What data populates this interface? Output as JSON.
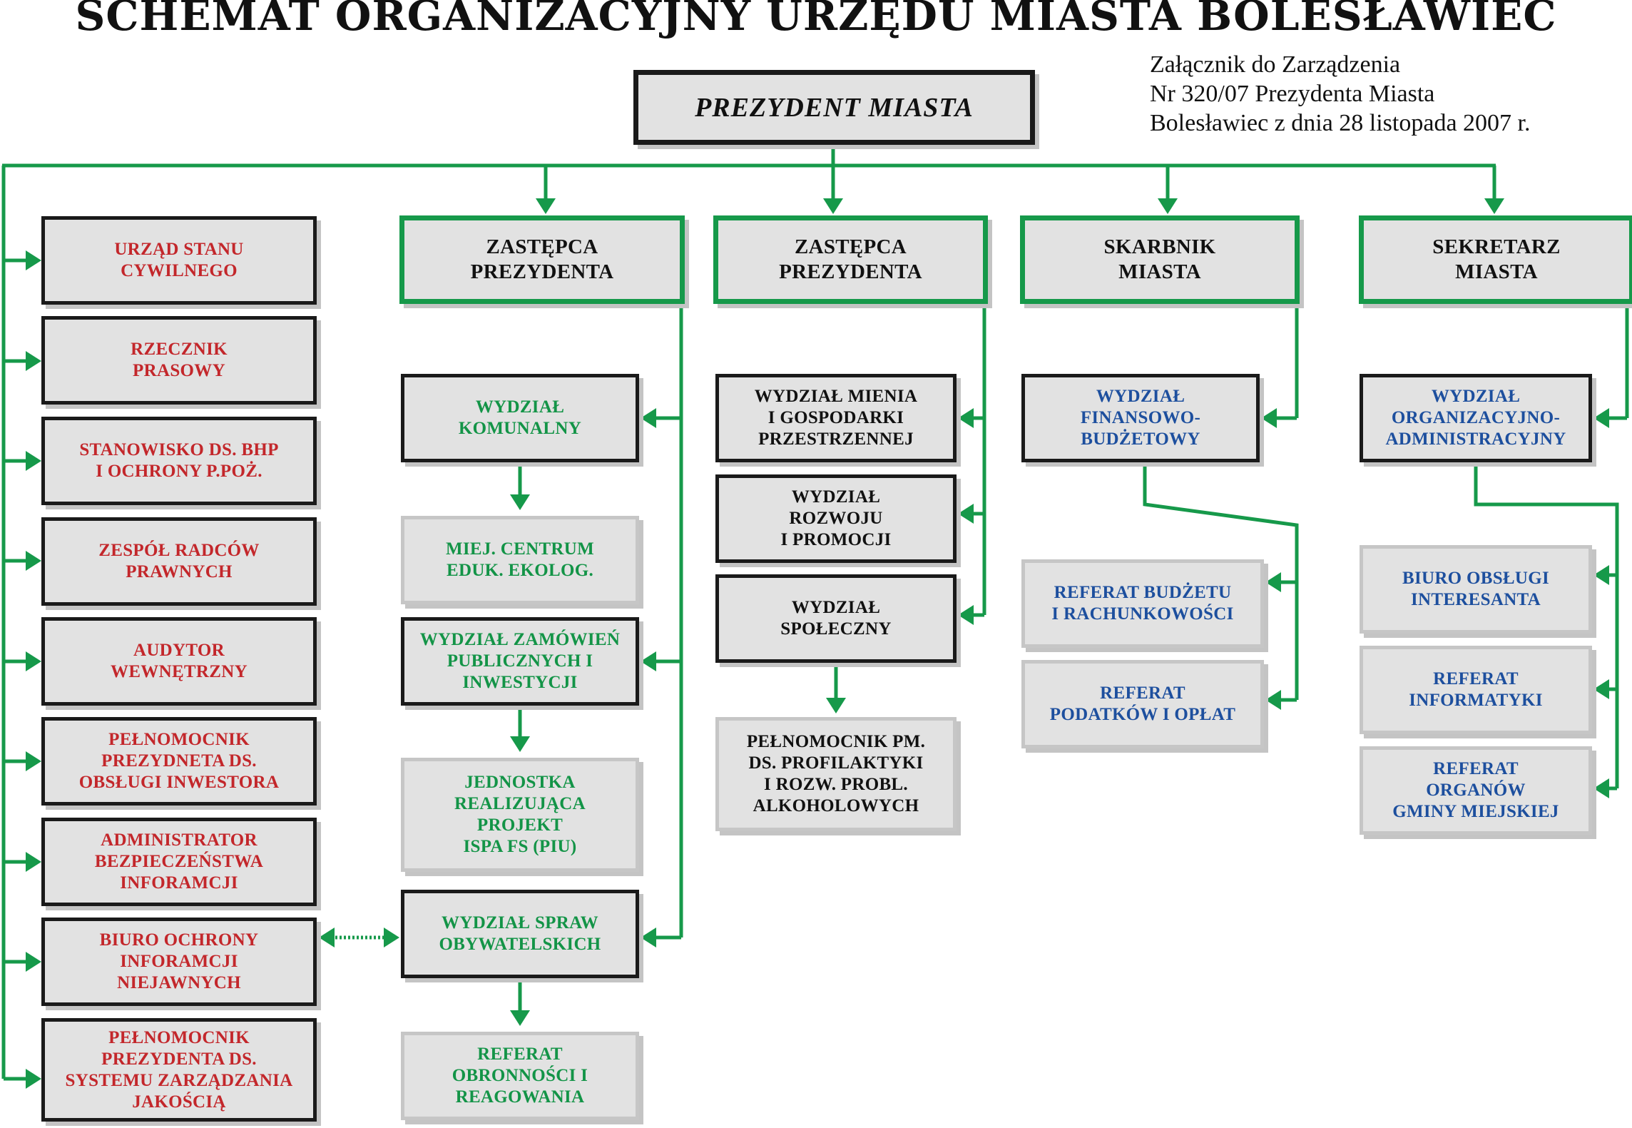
{
  "title": "SCHEMAT ORGANIZACYJNY  URZĘDU MIASTA BOLESŁAWIEC",
  "annex": [
    "Załącznik do Zarządzenia",
    "Nr 320/07 Prezydenta Miasta",
    "Bolesławiec z dnia 28 listopada 2007 r."
  ],
  "president": "PREZYDENT MIASTA",
  "heads": [
    {
      "lines": [
        "ZASTĘPCA",
        "PREZYDENTA"
      ]
    },
    {
      "lines": [
        "ZASTĘPCA",
        "PREZYDENTA"
      ]
    },
    {
      "lines": [
        "SKARBNIK",
        "MIASTA"
      ]
    },
    {
      "lines": [
        "SEKRETARZ",
        "MIASTA"
      ]
    }
  ],
  "left_units": [
    {
      "lines": [
        "URZĄD STANU",
        "CYWILNEGO"
      ]
    },
    {
      "lines": [
        "RZECZNIK",
        "PRASOWY"
      ]
    },
    {
      "lines": [
        "STANOWISKO DS. BHP",
        "I OCHRONY P.POŻ."
      ]
    },
    {
      "lines": [
        "ZESPÓŁ RADCÓW",
        "PRAWNYCH"
      ]
    },
    {
      "lines": [
        "AUDYTOR",
        "WEWNĘTRZNY"
      ]
    },
    {
      "lines": [
        "PEŁNOMOCNIK",
        "PREZYDNETA DS.",
        "OBSŁUGI INWESTORA"
      ]
    },
    {
      "lines": [
        "ADMINISTRATOR",
        "BEZPIECZEŃSTWA",
        "INFORAMCJI"
      ]
    },
    {
      "lines": [
        "BIURO OCHRONY",
        "INFORAMCJI",
        "NIEJAWNYCH"
      ]
    },
    {
      "lines": [
        "PEŁNOMOCNIK",
        "PREZYDENTA DS.",
        "SYSTEMU ZARZĄDZANIA",
        "JAKOŚCIĄ"
      ]
    }
  ],
  "col1_units": [
    {
      "lines": [
        "WYDZIAŁ",
        "KOMUNALNY"
      ]
    },
    {
      "lines": [
        "MIEJ. CENTRUM",
        "EDUK. EKOLOG."
      ]
    },
    {
      "lines": [
        "WYDZIAŁ ZAMÓWIEŃ",
        "PUBLICZNYCH I",
        "INWESTYCJI"
      ]
    },
    {
      "lines": [
        "JEDNOSTKA",
        "REALIZUJĄCA",
        "PROJEKT",
        "ISPA FS (PIU)"
      ]
    },
    {
      "lines": [
        "WYDZIAŁ SPRAW",
        "OBYWATELSKICH"
      ]
    },
    {
      "lines": [
        "REFERAT",
        "OBRONNOŚCI I",
        "REAGOWANIA"
      ]
    }
  ],
  "col2_units": [
    {
      "lines": [
        "WYDZIAŁ MIENIA",
        "I GOSPODARKI",
        "PRZESTRZENNEJ"
      ]
    },
    {
      "lines": [
        "WYDZIAŁ",
        "ROZWOJU",
        "I PROMOCJI"
      ]
    },
    {
      "lines": [
        "WYDZIAŁ",
        "SPOŁECZNY"
      ]
    },
    {
      "lines": [
        "PEŁNOMOCNIK PM.",
        "DS. PROFILAKTYKI",
        "I ROZW. PROBL.",
        "ALKOHOLOWYCH"
      ]
    }
  ],
  "col3_units": [
    {
      "lines": [
        "WYDZIAŁ",
        "FINANSOWO-",
        "BUDŻETOWY"
      ]
    },
    {
      "lines": [
        "REFERAT BUDŻETU",
        "I RACHUNKOWOŚCI"
      ]
    },
    {
      "lines": [
        "REFERAT",
        "PODATKÓW I OPŁAT"
      ]
    }
  ],
  "col4_units": [
    {
      "lines": [
        "WYDZIAŁ",
        "ORGANIZACYJNO-",
        "ADMINISTRACYJNY"
      ]
    },
    {
      "lines": [
        "BIURO OBSŁUGI",
        "INTERESANTA"
      ]
    },
    {
      "lines": [
        "REFERAT",
        "INFORMATYKI"
      ]
    },
    {
      "lines": [
        "REFERAT",
        "ORGANÓW",
        "GMINY MIEJSKIEJ"
      ]
    }
  ],
  "colors": {
    "connector": "#16994a",
    "red_text": "#c3272b",
    "green_text": "#139447",
    "blue_text": "#1d4f9e",
    "box_fill": "#e2e2e2"
  }
}
